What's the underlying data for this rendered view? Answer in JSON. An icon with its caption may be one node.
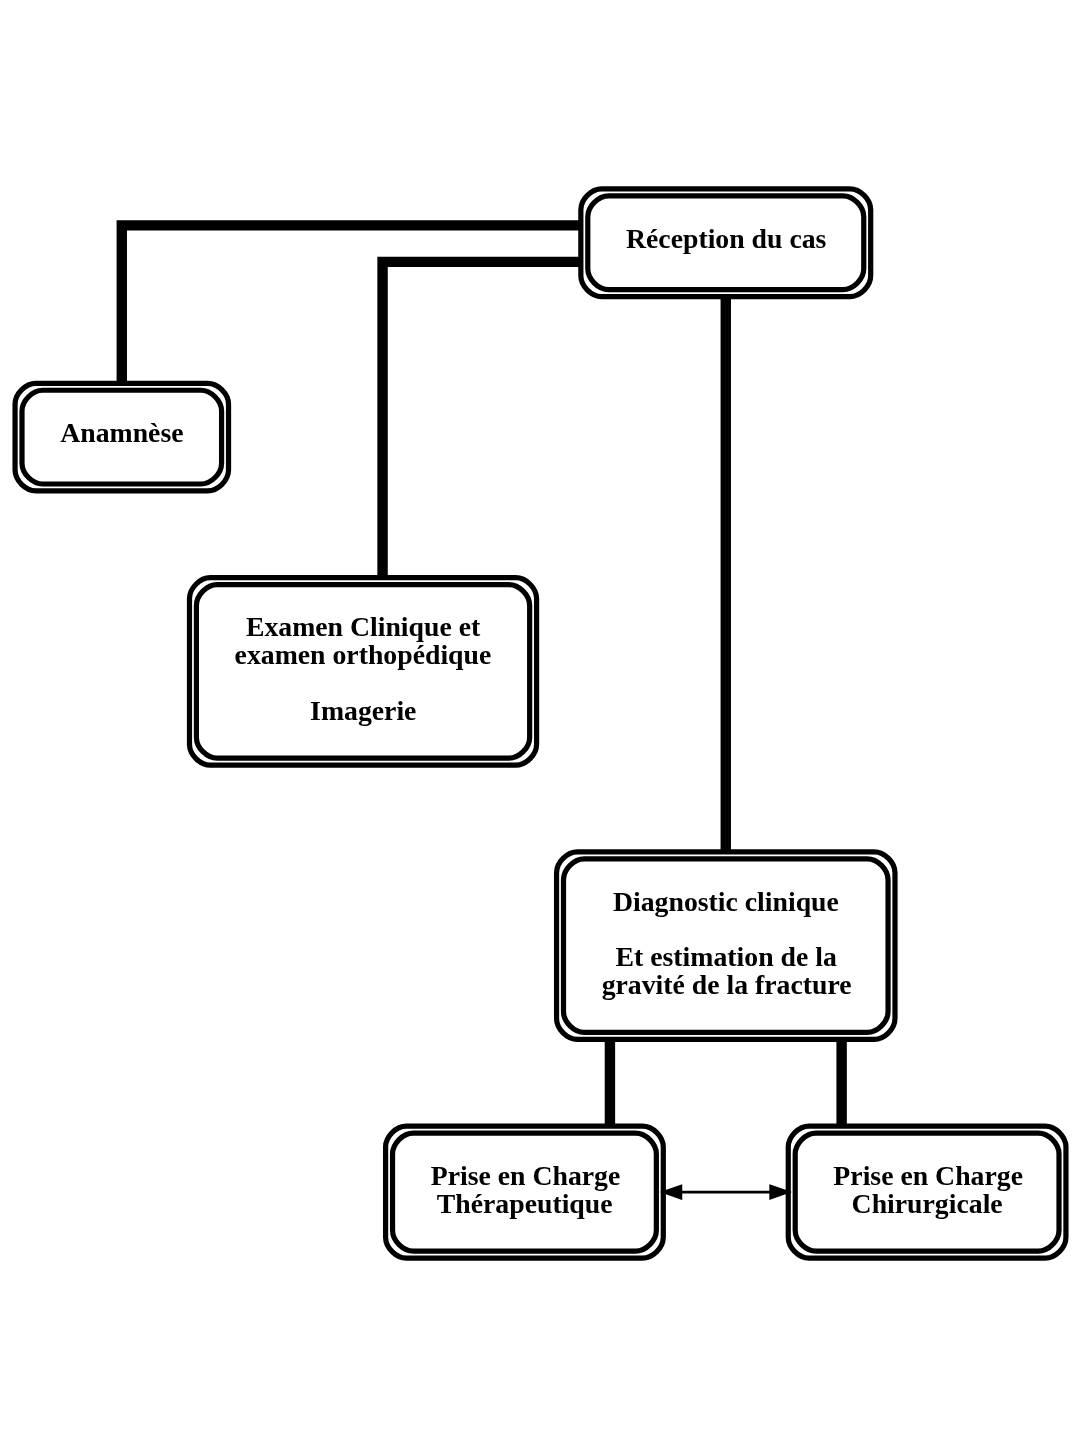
{
  "diagram": {
    "nodes": [
      {
        "text": [
          "Réception du cas"
        ]
      },
      {
        "text": [
          "Anamnèse"
        ]
      },
      {
        "text": [
          "Examen Clinique et examen orthopédique",
          "Imagerie"
        ]
      },
      {
        "text": [
          "Diagnostic clinique",
          "Et estimation de la gravité de la fracture"
        ]
      },
      {
        "text": [
          "Prise en Charge Thérapeutique"
        ]
      },
      {
        "text": [
          "Prise en Charge Chirurgicale"
        ]
      }
    ],
    "edges": [
      {
        "from": 0,
        "to": 1,
        "arrow": "none"
      },
      {
        "from": 0,
        "to": 2,
        "arrow": "none"
      },
      {
        "from": 0,
        "to": 3,
        "arrow": "none"
      },
      {
        "from": 3,
        "to": 4,
        "arrow": "none"
      },
      {
        "from": 3,
        "to": 5,
        "arrow": "none"
      },
      {
        "from": 4,
        "to": 5,
        "arrow": "both"
      }
    ]
  }
}
